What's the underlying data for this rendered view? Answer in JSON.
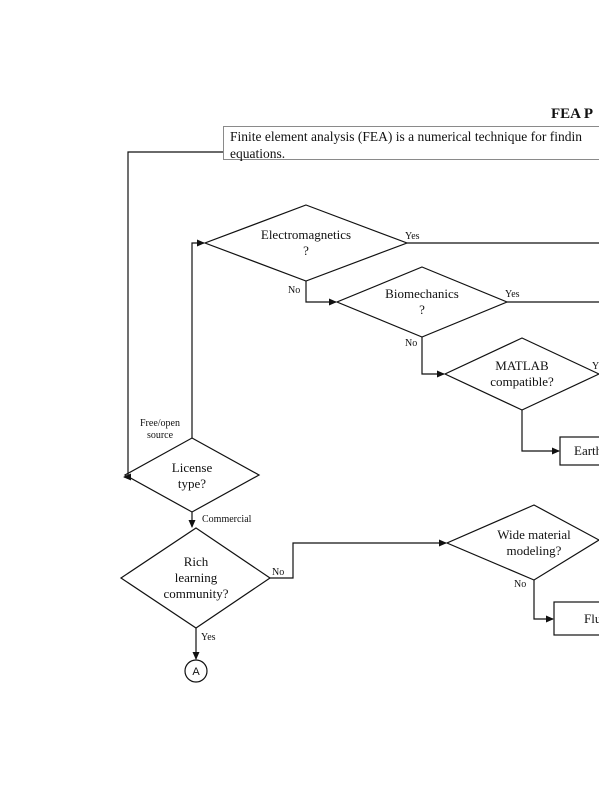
{
  "header": {
    "title": "FEA P",
    "intro_line1": "Finite element analysis (FEA) is a numerical technique for findin",
    "intro_line2": "equations."
  },
  "nodes": {
    "electromagnetics": {
      "line1": "Electromagnetics",
      "line2": "?"
    },
    "biomechanics": {
      "line1": "Biomechanics",
      "line2": "?"
    },
    "matlab": {
      "line1": "MATLAB",
      "line2": "compatible?"
    },
    "license": {
      "line1": "License",
      "line2": "type?"
    },
    "rich_community": {
      "line1": "Rich",
      "line2": "learning",
      "line3": "community?"
    },
    "wide_material": {
      "line1": "Wide material",
      "line2": "modeling?"
    },
    "earth_box": "Earth",
    "flu_box": "Flu",
    "connector_a": "A"
  },
  "edges": {
    "yes": "Yes",
    "no": "No",
    "commercial": "Commercial",
    "free_open_line1": "Free/open",
    "free_open_line2": "source",
    "matlab_yes_partial": "Y"
  }
}
